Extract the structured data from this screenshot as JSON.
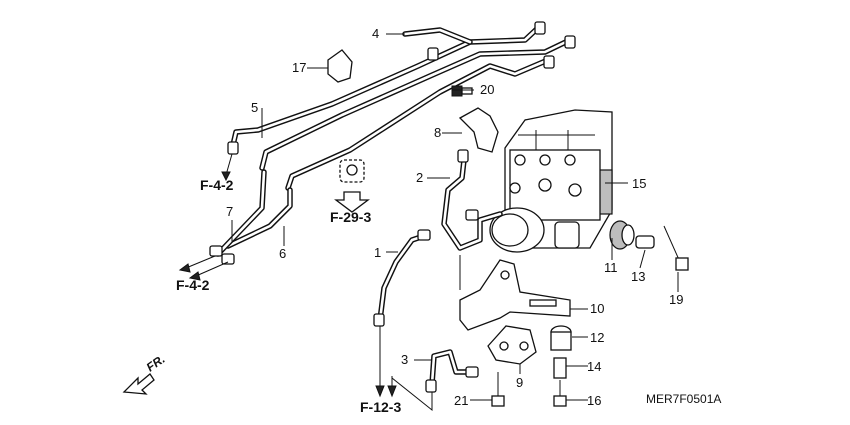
{
  "callouts": {
    "n1": "1",
    "n2": "2",
    "n3": "3",
    "n4": "4",
    "n5": "5",
    "n6": "6",
    "n7": "7",
    "n8": "8",
    "n9": "9",
    "n10": "10",
    "n11": "11",
    "n12": "12",
    "n13": "13",
    "n14": "14",
    "n15": "15",
    "n16": "16",
    "n17": "17",
    "n19": "19",
    "n20": "20",
    "n21": "21"
  },
  "references": {
    "f42_upper": "F-4-2",
    "f42_lower": "F-4-2",
    "f293": "F-29-3",
    "f123": "F-12-3"
  },
  "direction_label": "FR.",
  "diagram_code": "MER7F0501A",
  "icons": {
    "direction": "front-direction-arrow-icon"
  }
}
